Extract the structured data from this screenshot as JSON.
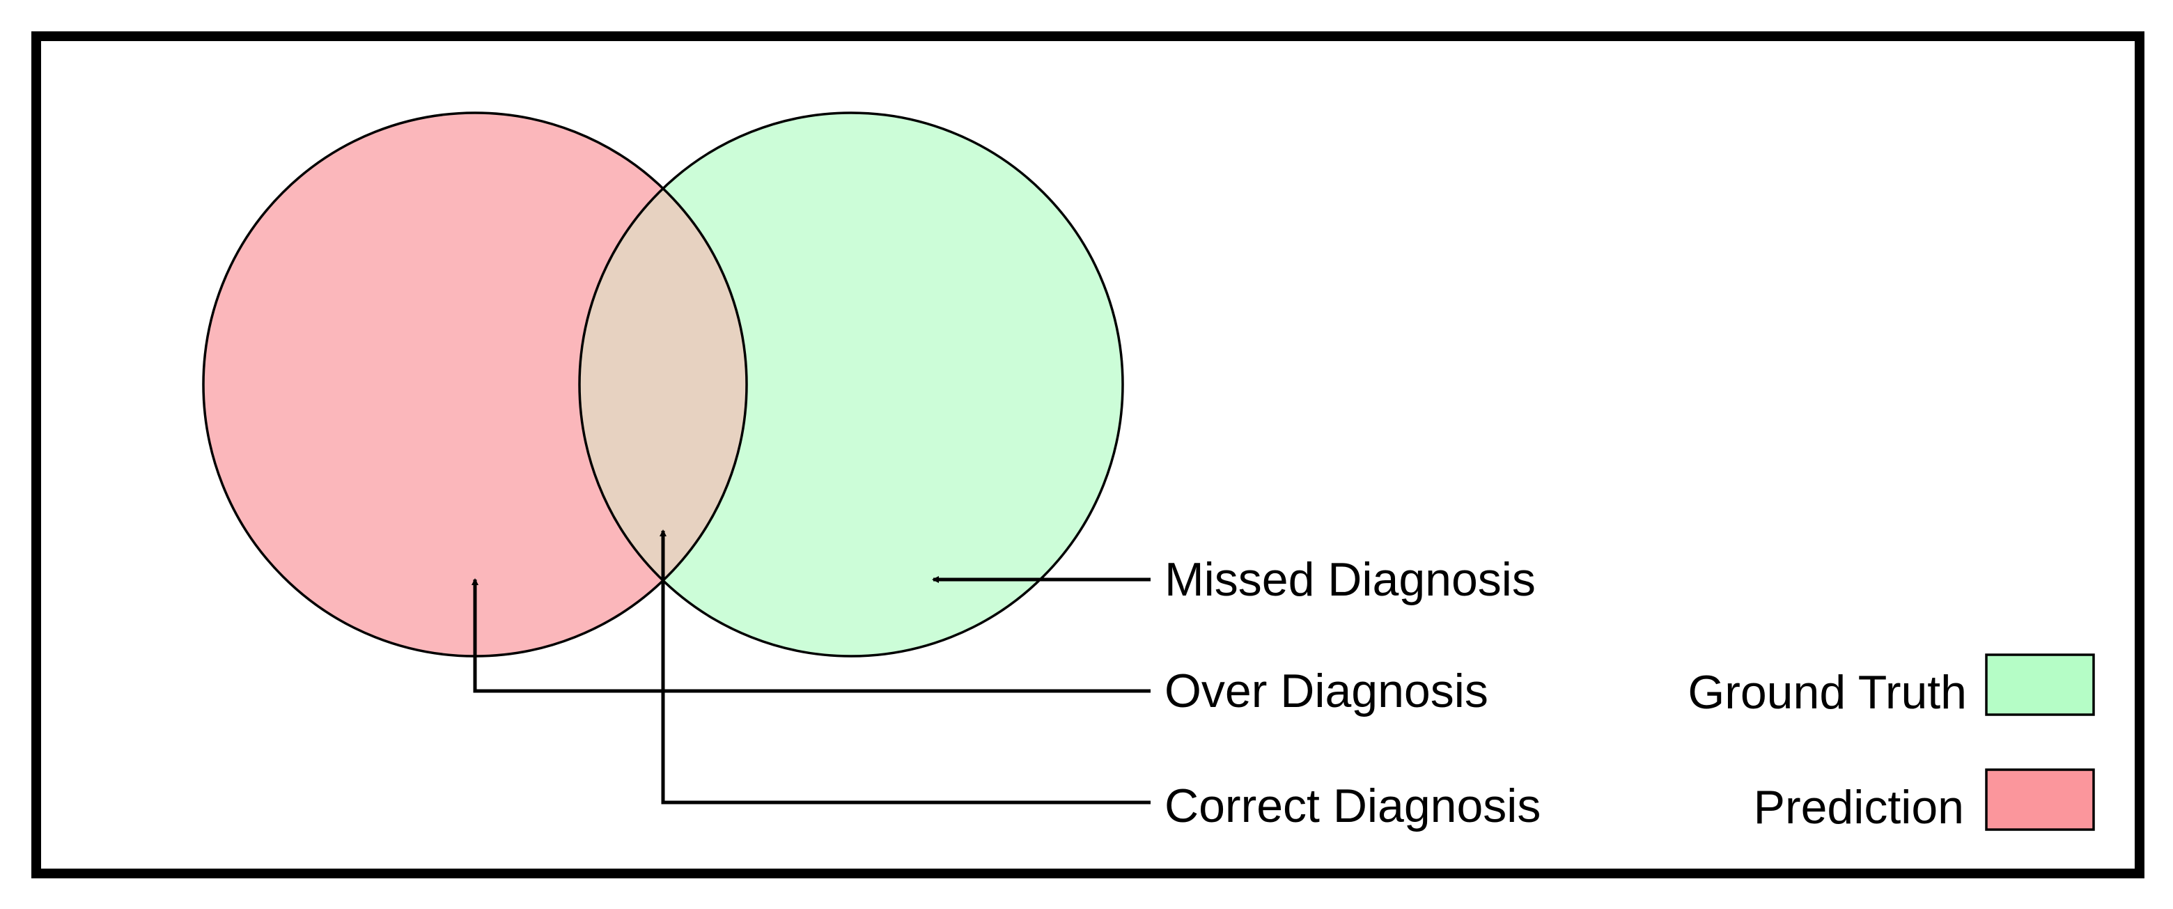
{
  "diagram": {
    "annotations": {
      "missed": "Missed Diagnosis",
      "over": "Over Diagnosis",
      "correct": "Correct Diagnosis"
    },
    "legend": {
      "ground_truth": "Ground Truth",
      "prediction": "Prediction"
    },
    "colors": {
      "ground_truth_fill": "#ccfdd8",
      "prediction_fill": "#fbb7bb",
      "overlap_fill": "#e7d2c1",
      "legend_ground_truth": "#b5fdc6",
      "legend_prediction": "#fb969c",
      "stroke": "#000000"
    }
  }
}
